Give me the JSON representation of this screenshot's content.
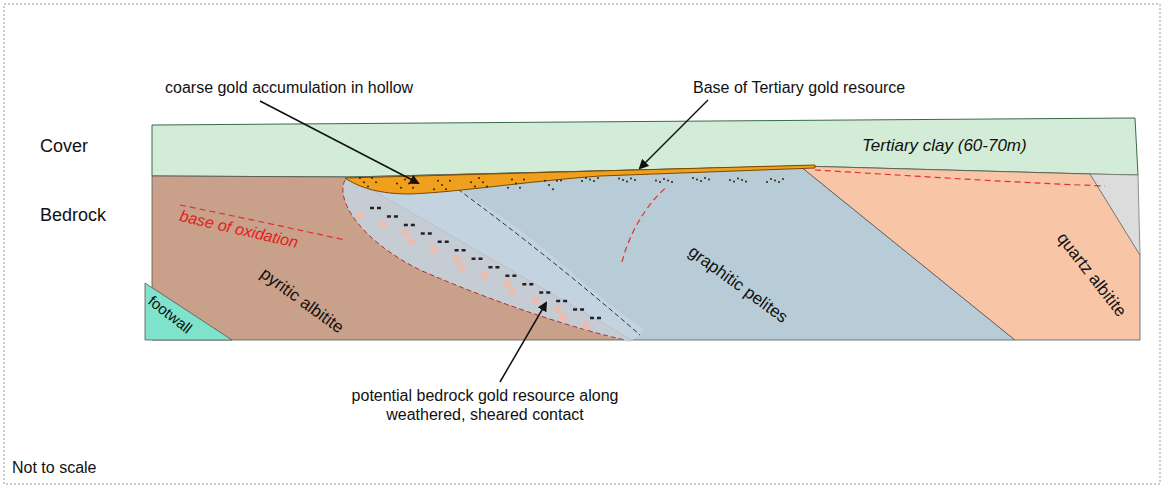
{
  "diagram": {
    "labels": [
      "coarse gold accumulation in hollow",
      "Base of Tertiary gold resource",
      "Cover",
      "Tertiary clay (60-70m)",
      "Bedrock",
      "base of oxidation",
      "pyritic albitite",
      "graphitic pelites",
      "quartz albitite",
      "footwall",
      "potential bedrock gold resource along weathered, sheared contact",
      "Not to scale"
    ]
  }
}
